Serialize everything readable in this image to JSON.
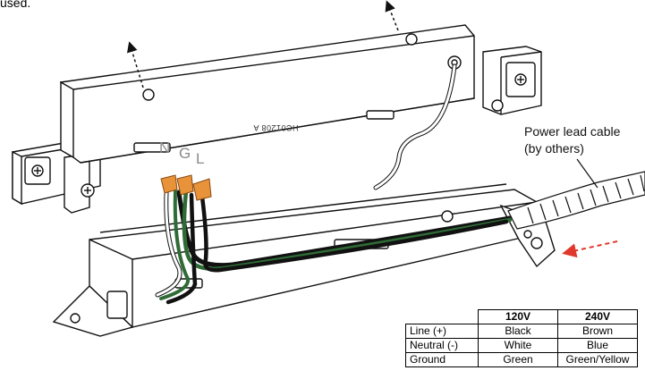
{
  "intro_fragment": "used.",
  "part_marking": "HC01208 A",
  "wire_labels": [
    "N",
    "G",
    "L"
  ],
  "callout": {
    "line1": "Power lead cable",
    "line2": "(by others)"
  },
  "wiring_table": {
    "columns": [
      "120V",
      "240V"
    ],
    "rows": [
      {
        "label": "Line (+)",
        "v120": "Black",
        "v240": "Brown"
      },
      {
        "label": "Neutral (-)",
        "v120": "White",
        "v240": "Blue"
      },
      {
        "label": "Ground",
        "v120": "Green",
        "v240": "Green/Yellow"
      }
    ]
  },
  "colors": {
    "wire_black": "#111111",
    "wire_green": "#2e6b35",
    "wire_white": "#ffffff",
    "wire_nut": "#e8923a",
    "arrow_red": "#e0392b"
  }
}
